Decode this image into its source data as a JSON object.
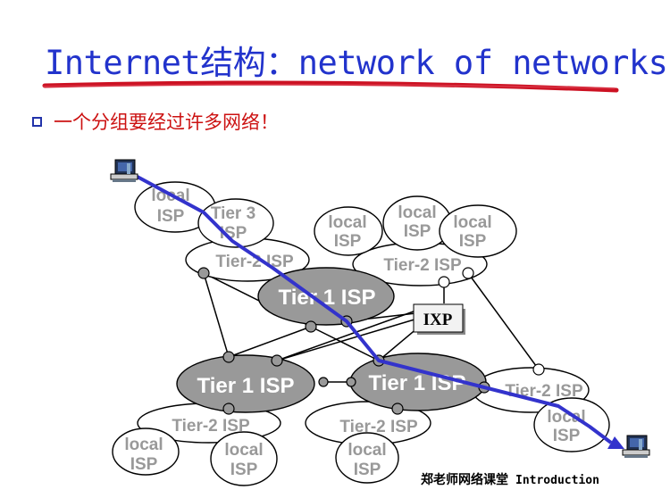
{
  "slide": {
    "title": "Internet结构：network of networks",
    "bullet": "一个分组要经过许多网络！",
    "footer_cn": "郑老师网络课堂",
    "footer_en": "Introduction"
  },
  "diagram": {
    "nodes": [
      {
        "id": "local-1",
        "label_lines": [
          "local",
          "ISP"
        ],
        "kind": "local"
      },
      {
        "id": "tier3",
        "label_lines": [
          "Tier 3",
          "ISP"
        ],
        "kind": "local"
      },
      {
        "id": "local-2",
        "label_lines": [
          "local",
          "ISP"
        ],
        "kind": "local"
      },
      {
        "id": "local-3",
        "label_lines": [
          "local",
          "ISP"
        ],
        "kind": "local"
      },
      {
        "id": "local-4",
        "label_lines": [
          "local",
          "ISP"
        ],
        "kind": "local"
      },
      {
        "id": "tier2-top-left",
        "label_lines": [
          "Tier-2 ISP"
        ],
        "kind": "tier2"
      },
      {
        "id": "tier2-top-right",
        "label_lines": [
          "Tier-2 ISP"
        ],
        "kind": "tier2"
      },
      {
        "id": "tier1-top",
        "label_lines": [
          "Tier 1 ISP"
        ],
        "kind": "tier1"
      },
      {
        "id": "tier1-left",
        "label_lines": [
          "Tier 1 ISP"
        ],
        "kind": "tier1"
      },
      {
        "id": "tier1-right",
        "label_lines": [
          "Tier 1 ISP"
        ],
        "kind": "tier1"
      },
      {
        "id": "tier2-right",
        "label_lines": [
          "Tier-2 ISP"
        ],
        "kind": "tier2"
      },
      {
        "id": "local-right",
        "label_lines": [
          "local",
          "ISP"
        ],
        "kind": "local"
      },
      {
        "id": "tier2-bottom-left",
        "label_lines": [
          "Tier-2 ISP"
        ],
        "kind": "tier2"
      },
      {
        "id": "tier2-bottom-mid",
        "label_lines": [
          "Tier-2 ISP"
        ],
        "kind": "tier2"
      },
      {
        "id": "local-bl-1",
        "label_lines": [
          "local",
          "ISP"
        ],
        "kind": "local"
      },
      {
        "id": "local-bl-2",
        "label_lines": [
          "local",
          "ISP"
        ],
        "kind": "local"
      },
      {
        "id": "local-bm",
        "label_lines": [
          "local",
          "ISP"
        ],
        "kind": "local"
      }
    ],
    "ixp_label": "IXP",
    "colors": {
      "title": "#2233cc",
      "underline": "#cc1122",
      "bullet_text": "#cc1111",
      "tier1_fill": "#999999",
      "path": "#3333cc",
      "label_gray": "#999999"
    },
    "icons": [
      "source-host-icon",
      "destination-host-icon"
    ]
  }
}
